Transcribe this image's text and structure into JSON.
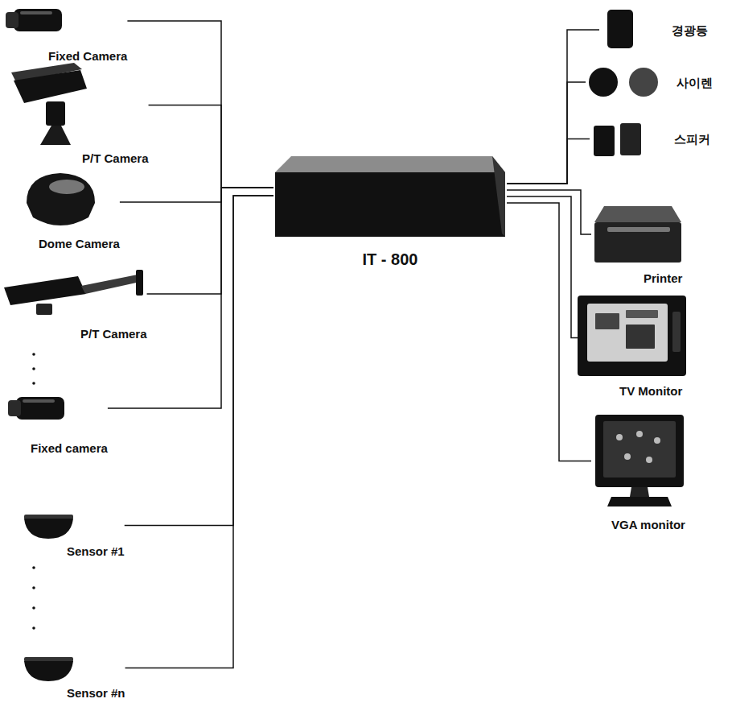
{
  "diagram": {
    "nodes": [
      {
        "text": [
          "Fixed Camera"
        ]
      },
      {
        "text": [
          "P/T Camera"
        ]
      },
      {
        "text": [
          "Dome Camera"
        ]
      },
      {
        "text": [
          "P/T Camera"
        ]
      },
      {
        "text": [
          "Fixed camera"
        ]
      },
      {
        "text": [
          "Sensor #1"
        ]
      },
      {
        "text": [
          "Sensor #n"
        ]
      },
      {
        "text": [
          "IT - 800"
        ]
      },
      {
        "text": [
          "경광등"
        ]
      },
      {
        "text": [
          "사이렌"
        ]
      },
      {
        "text": [
          "스피커"
        ]
      },
      {
        "text": [
          "Printer"
        ]
      },
      {
        "text": [
          "TV Monitor"
        ]
      },
      {
        "text": [
          "VGA monitor"
        ]
      }
    ],
    "edges": [
      {
        "from": 0,
        "to": 7,
        "arrow": "none"
      },
      {
        "from": 1,
        "to": 7,
        "arrow": "none"
      },
      {
        "from": 2,
        "to": 7,
        "arrow": "none"
      },
      {
        "from": 3,
        "to": 7,
        "arrow": "none"
      },
      {
        "from": 4,
        "to": 7,
        "arrow": "none"
      },
      {
        "from": 5,
        "to": 7,
        "arrow": "none"
      },
      {
        "from": 6,
        "to": 7,
        "arrow": "none"
      },
      {
        "from": 7,
        "to": 8,
        "arrow": "none"
      },
      {
        "from": 7,
        "to": 9,
        "arrow": "none"
      },
      {
        "from": 7,
        "to": 10,
        "arrow": "none"
      },
      {
        "from": 7,
        "to": 11,
        "arrow": "none"
      },
      {
        "from": 7,
        "to": 12,
        "arrow": "none"
      },
      {
        "from": 7,
        "to": 13,
        "arrow": "none"
      }
    ]
  }
}
